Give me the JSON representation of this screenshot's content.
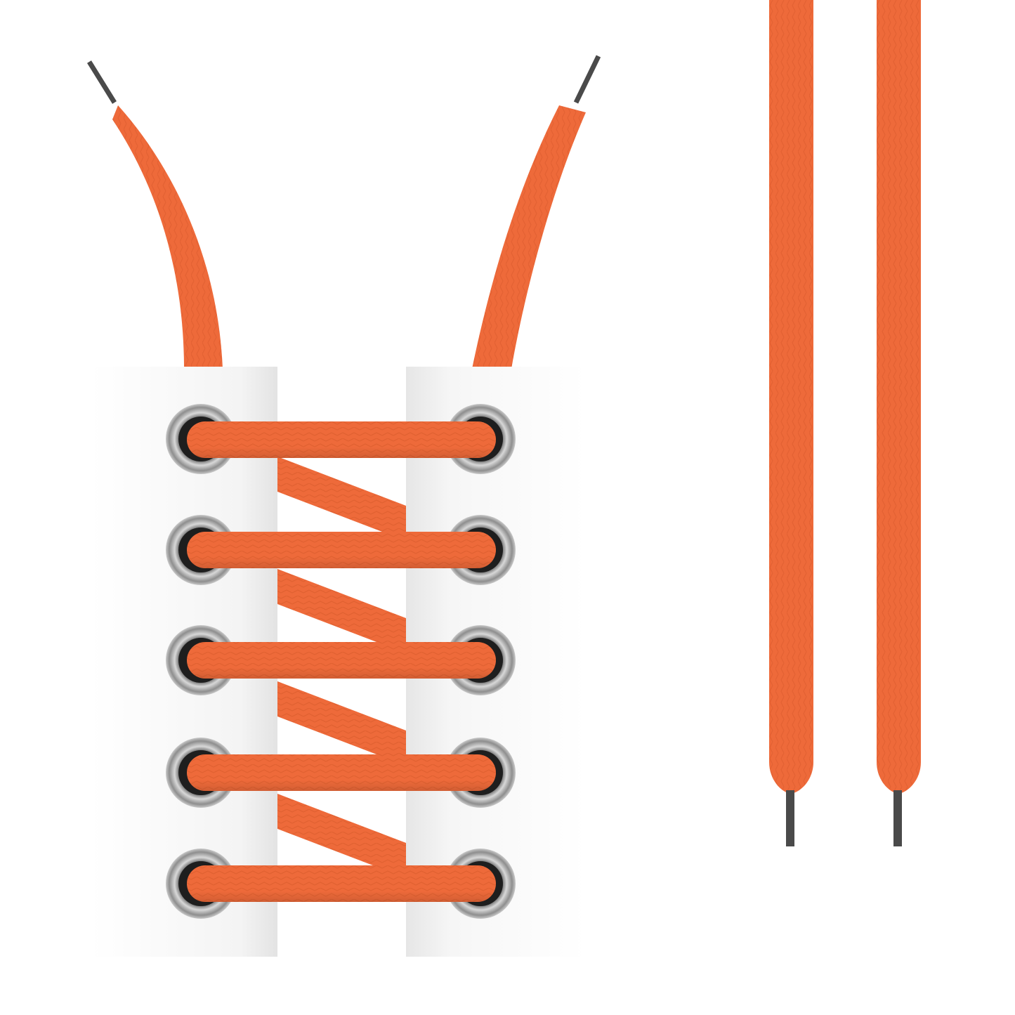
{
  "illustration": {
    "subject": "orange-shoelaces-vector",
    "lace_color": "#EE6A3A",
    "lace_color_dark": "#D9582A",
    "lace_color_light": "#F57E4E",
    "aglet_color": "#4A4A4A",
    "flap_color": "#FFFFFF",
    "eyelet_ring_color": "#9A9A9A",
    "eyelet_hole_color": "#1E1E1E",
    "background": "#FFFFFF",
    "eyelet_rows": 5,
    "loose_laces": 2
  }
}
